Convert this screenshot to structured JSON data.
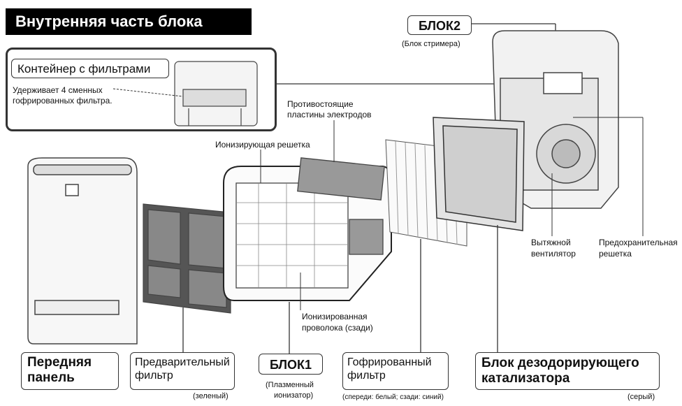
{
  "title": "Внутренняя часть блока",
  "container": {
    "heading": "Контейнер с фильтрами",
    "desc_line1": "Удерживает 4 сменных",
    "desc_line2": "гофрированных фильтра."
  },
  "block2": {
    "label": "БЛОК2",
    "sub": "(Блок стримера)"
  },
  "labels": {
    "electrodes_line1": "Противостоящие",
    "electrodes_line2": "пластины электродов",
    "ionizing_grid": "Ионизирующая решетка",
    "ionized_wire_line1": "Ионизированная",
    "ionized_wire_line2": "проволока (сзади)",
    "fan_line1": "Вытяжной",
    "fan_line2": "вентилятор",
    "guard_line1": "Предохранительная",
    "guard_line2": "решетка"
  },
  "bottom": {
    "front_panel_line1": "Передняя",
    "front_panel_line2": "панель",
    "prefilter_line1": "Предварительный",
    "prefilter_line2": "фильтр",
    "prefilter_note": "(зеленый)",
    "block1": "БЛОК1",
    "block1_note_line1": "(Плазменный",
    "block1_note_line2": "ионизатор)",
    "pleated_line1": "Гофрированный",
    "pleated_line2": "фильтр",
    "pleated_note": "(спереди: белый; сзади: синий)",
    "catalyst_line1": "Блок дезодорирующего",
    "catalyst_line2": "катализатора",
    "catalyst_note": "(серый)"
  }
}
